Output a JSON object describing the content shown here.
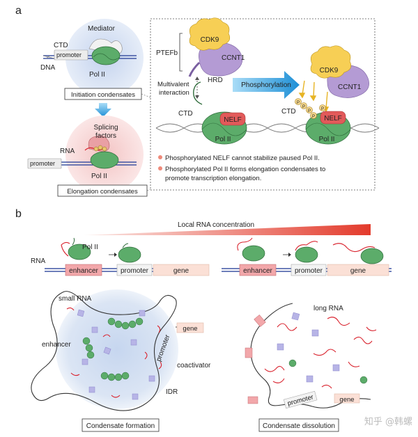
{
  "panel_a": {
    "letter": "a",
    "mediator": "Mediator",
    "ctd": "CTD",
    "promoter": "promoter",
    "dna": "DNA",
    "pol2": "Pol II",
    "initiation_box": "Initiation condensates",
    "splicing_line1": "Splicing",
    "splicing_line2": "factors",
    "rna": "RNA",
    "elongation_box": "Elongation condensates",
    "ptefb": "PTEFb",
    "cdk9": "CDK9",
    "ccnt1": "CCNT1",
    "hrd": "HRD",
    "multivalent_line1": "Multivalent",
    "multivalent_line2": "interaction",
    "phosphorylation": "Phosphorylation",
    "nelf": "NELF",
    "p": "P",
    "note1": "Phosphorylated NELF cannot stabilize paused Pol II.",
    "note2_line1": "Phosphorylated Pol II forms elongation condensates to",
    "note2_line2": "promote transcription elongation."
  },
  "panel_b": {
    "letter": "b",
    "gradient_label": "Local RNA concentration",
    "rna": "RNA",
    "pol2": "Pol II",
    "enhancer": "enhancer",
    "promoter": "promoter",
    "gene": "gene",
    "small_rna": "small RNA",
    "long_rna": "long RNA",
    "coactivator": "coactivator",
    "idr": "IDR",
    "formation_box": "Condensate formation",
    "dissolution_box": "Condensate dissolution"
  },
  "watermark": "知乎 @韩螺",
  "colors": {
    "pol2_green": "#5cac6a",
    "nelf_red": "#e25a5a",
    "cdk9_yellow": "#f7cf55",
    "ccnt1_purple": "#a98ccc",
    "arrow_blue": "#2c9fe0",
    "rna_red": "#d9232e",
    "condensate_blue": "#c9d8f0",
    "condensate_pink": "#f6d3d3"
  }
}
